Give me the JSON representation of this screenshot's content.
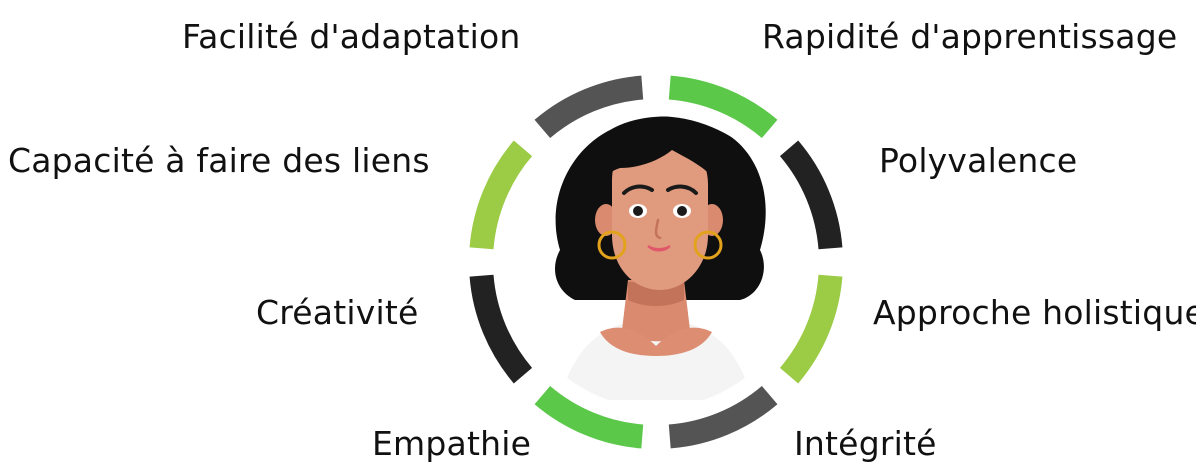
{
  "diagram": {
    "traits": [
      {
        "label": "Rapidité d'apprentissage",
        "color": "#5bc84a"
      },
      {
        "label": "Polyvalence",
        "color": "#222222"
      },
      {
        "label": "Approche holistique",
        "color": "#9ccb46"
      },
      {
        "label": "Intégrité",
        "color": "#545454"
      },
      {
        "label": "Empathie",
        "color": "#5bc84a"
      },
      {
        "label": "Créativité",
        "color": "#222222"
      },
      {
        "label": "Capacité à faire des liens",
        "color": "#9ccb46"
      },
      {
        "label": "Facilité d'adaptation",
        "color": "#545454"
      }
    ]
  }
}
